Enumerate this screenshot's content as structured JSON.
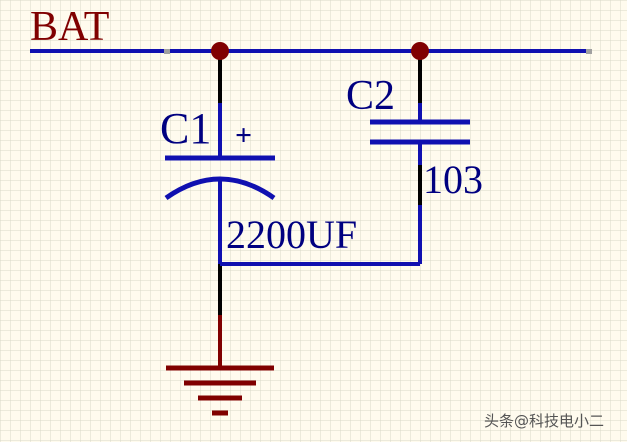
{
  "net_label": "BAT",
  "c1": {
    "designator": "C1",
    "value": "2200UF",
    "polarity": "+"
  },
  "c2": {
    "designator": "C2",
    "value": "103"
  },
  "watermark": "头条@科技电小二",
  "colors": {
    "background": "#fffbee",
    "grid": "#d8d8c8",
    "wire": "#1010b0",
    "pin": "#000000",
    "junction": "#800000",
    "label": "#800000",
    "designator": "#000080",
    "ground": "#800000"
  }
}
